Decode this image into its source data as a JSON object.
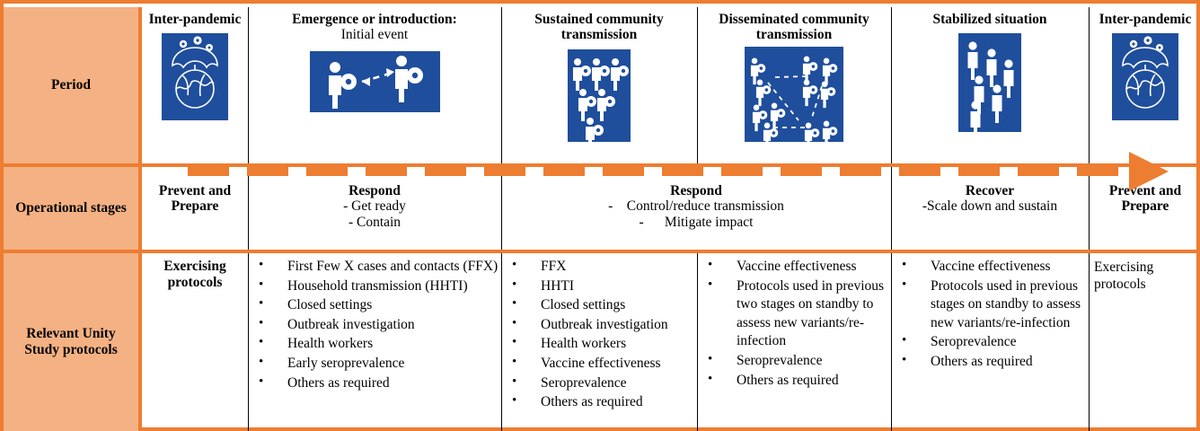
{
  "colors": {
    "border_orange": "#ED7D31",
    "header_fill": "#F4B183",
    "icon_blue": "#1F4E9C",
    "text": "#000000"
  },
  "row_headers": {
    "period": "Period",
    "operational_stages": "Operational stages",
    "protocols": "Relevant Unity Study protocols"
  },
  "period_row": {
    "label": "Period",
    "columns": [
      {
        "title": "Inter-pandemic",
        "subtitle": "",
        "icon": "umbrella-over-globe-with-virus-icon"
      },
      {
        "title": "Emergence or introduction:",
        "subtitle": "Initial event",
        "icon": "two-people-transmission-arrow-icon"
      },
      {
        "title": "Sustained community transmission",
        "subtitle": "",
        "icon": "six-infected-people-icon"
      },
      {
        "title": "Disseminated community transmission",
        "subtitle": "",
        "icon": "network-of-infected-people-icon"
      },
      {
        "title": "Stabilized situation",
        "subtitle": "",
        "icon": "six-healthy-people-icon"
      },
      {
        "title": "Inter-pandemic",
        "subtitle": "",
        "icon": "umbrella-over-globe-with-virus-icon"
      }
    ]
  },
  "operational_row": {
    "label": "Operational stages",
    "arrow": "orange-dashed-progress-arrow",
    "cells": [
      {
        "title": "Prevent and Prepare",
        "bullets": []
      },
      {
        "title": "Respond",
        "bullets": [
          "- Get ready",
          "- Contain"
        ]
      },
      {
        "title": "Respond",
        "bullets": [
          "-    Control/reduce transmission",
          "-      Mitigate impact"
        ]
      },
      {
        "title": "Recover",
        "bullets": [
          "-Scale down and sustain"
        ]
      },
      {
        "title": "Prevent and Prepare",
        "bullets": []
      }
    ]
  },
  "protocol_row": {
    "label": "Relevant Unity Study protocols",
    "columns": [
      {
        "style": "plain",
        "text": "Exercising protocols",
        "items": []
      },
      {
        "style": "bullets",
        "text": "",
        "items": [
          "First Few X cases and contacts (FFX)",
          "Household transmission (HHTI)",
          "Closed settings",
          "Outbreak investigation",
          "Health workers",
          "Early seroprevalence",
          "Others as required"
        ]
      },
      {
        "style": "bullets",
        "text": "",
        "items": [
          "FFX",
          "HHTI",
          "Closed settings",
          "Outbreak investigation",
          "Health workers",
          "Vaccine effectiveness",
          "Seroprevalence",
          "Others as required"
        ]
      },
      {
        "style": "bullets",
        "text": "",
        "items": [
          "Vaccine effectiveness",
          "Protocols used in previous two stages on standby to assess new variants/re-infection",
          "Seroprevalence",
          "Others as required"
        ]
      },
      {
        "style": "bullets",
        "text": "",
        "items": [
          "Vaccine effectiveness",
          "Protocols used in previous stages on standby to assess new variants/re-infection",
          "Seroprevalence",
          "Others as required"
        ]
      },
      {
        "style": "plain",
        "text": "Exercising protocols",
        "items": []
      }
    ]
  }
}
